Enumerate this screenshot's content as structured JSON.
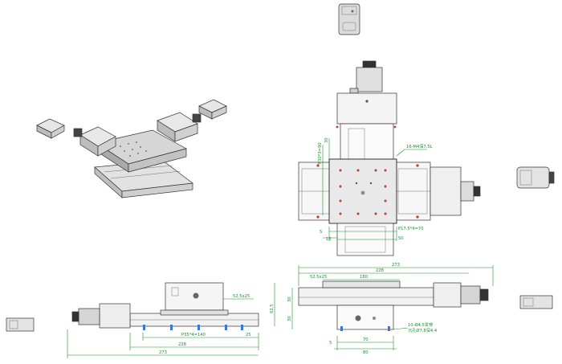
{
  "top_view": {
    "hole_note": "16-M4深7.5L",
    "dim_p17": "P17.5*4=70",
    "dim_15": "15",
    "dim_50": "50",
    "dim_5": "5",
    "dim_p30": "P30*3=90",
    "dim_30": "30"
  },
  "front_right": {
    "dim_273": "273",
    "dim_228": "228",
    "dim_180": "180",
    "dim_52": "52.5x25",
    "dim_30a": "30",
    "dim_30b": "30",
    "dim_5": "5",
    "dim_70": "70",
    "dim_80": "80",
    "hole_note_1": "10-Ø4.5贯穿",
    "hole_note_2": "沉孔Ø7.8深4.4"
  },
  "front_left": {
    "dim_52": "52.5x25",
    "dim_63": "63.5",
    "dim_p35": "P35*4=140",
    "dim_25": "25",
    "dim_228": "228",
    "dim_273": "273"
  }
}
